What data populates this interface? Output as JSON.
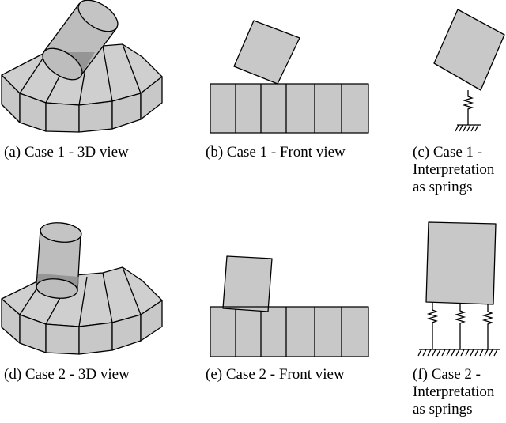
{
  "panels": [
    {
      "id": "a",
      "caption_lines": [
        "(a) Case 1 - 3D view"
      ]
    },
    {
      "id": "b",
      "caption_lines": [
        "(b) Case 1 - Front view"
      ]
    },
    {
      "id": "c",
      "caption_lines": [
        "(c) Case 1 -",
        "Interpretation",
        "as springs"
      ]
    },
    {
      "id": "d",
      "caption_lines": [
        "(d) Case 2 - 3D view"
      ]
    },
    {
      "id": "e",
      "caption_lines": [
        "(e) Case 2 - Front view"
      ]
    },
    {
      "id": "f",
      "caption_lines": [
        "(f) Case 2 -",
        "Interpretation",
        "as springs"
      ]
    }
  ]
}
